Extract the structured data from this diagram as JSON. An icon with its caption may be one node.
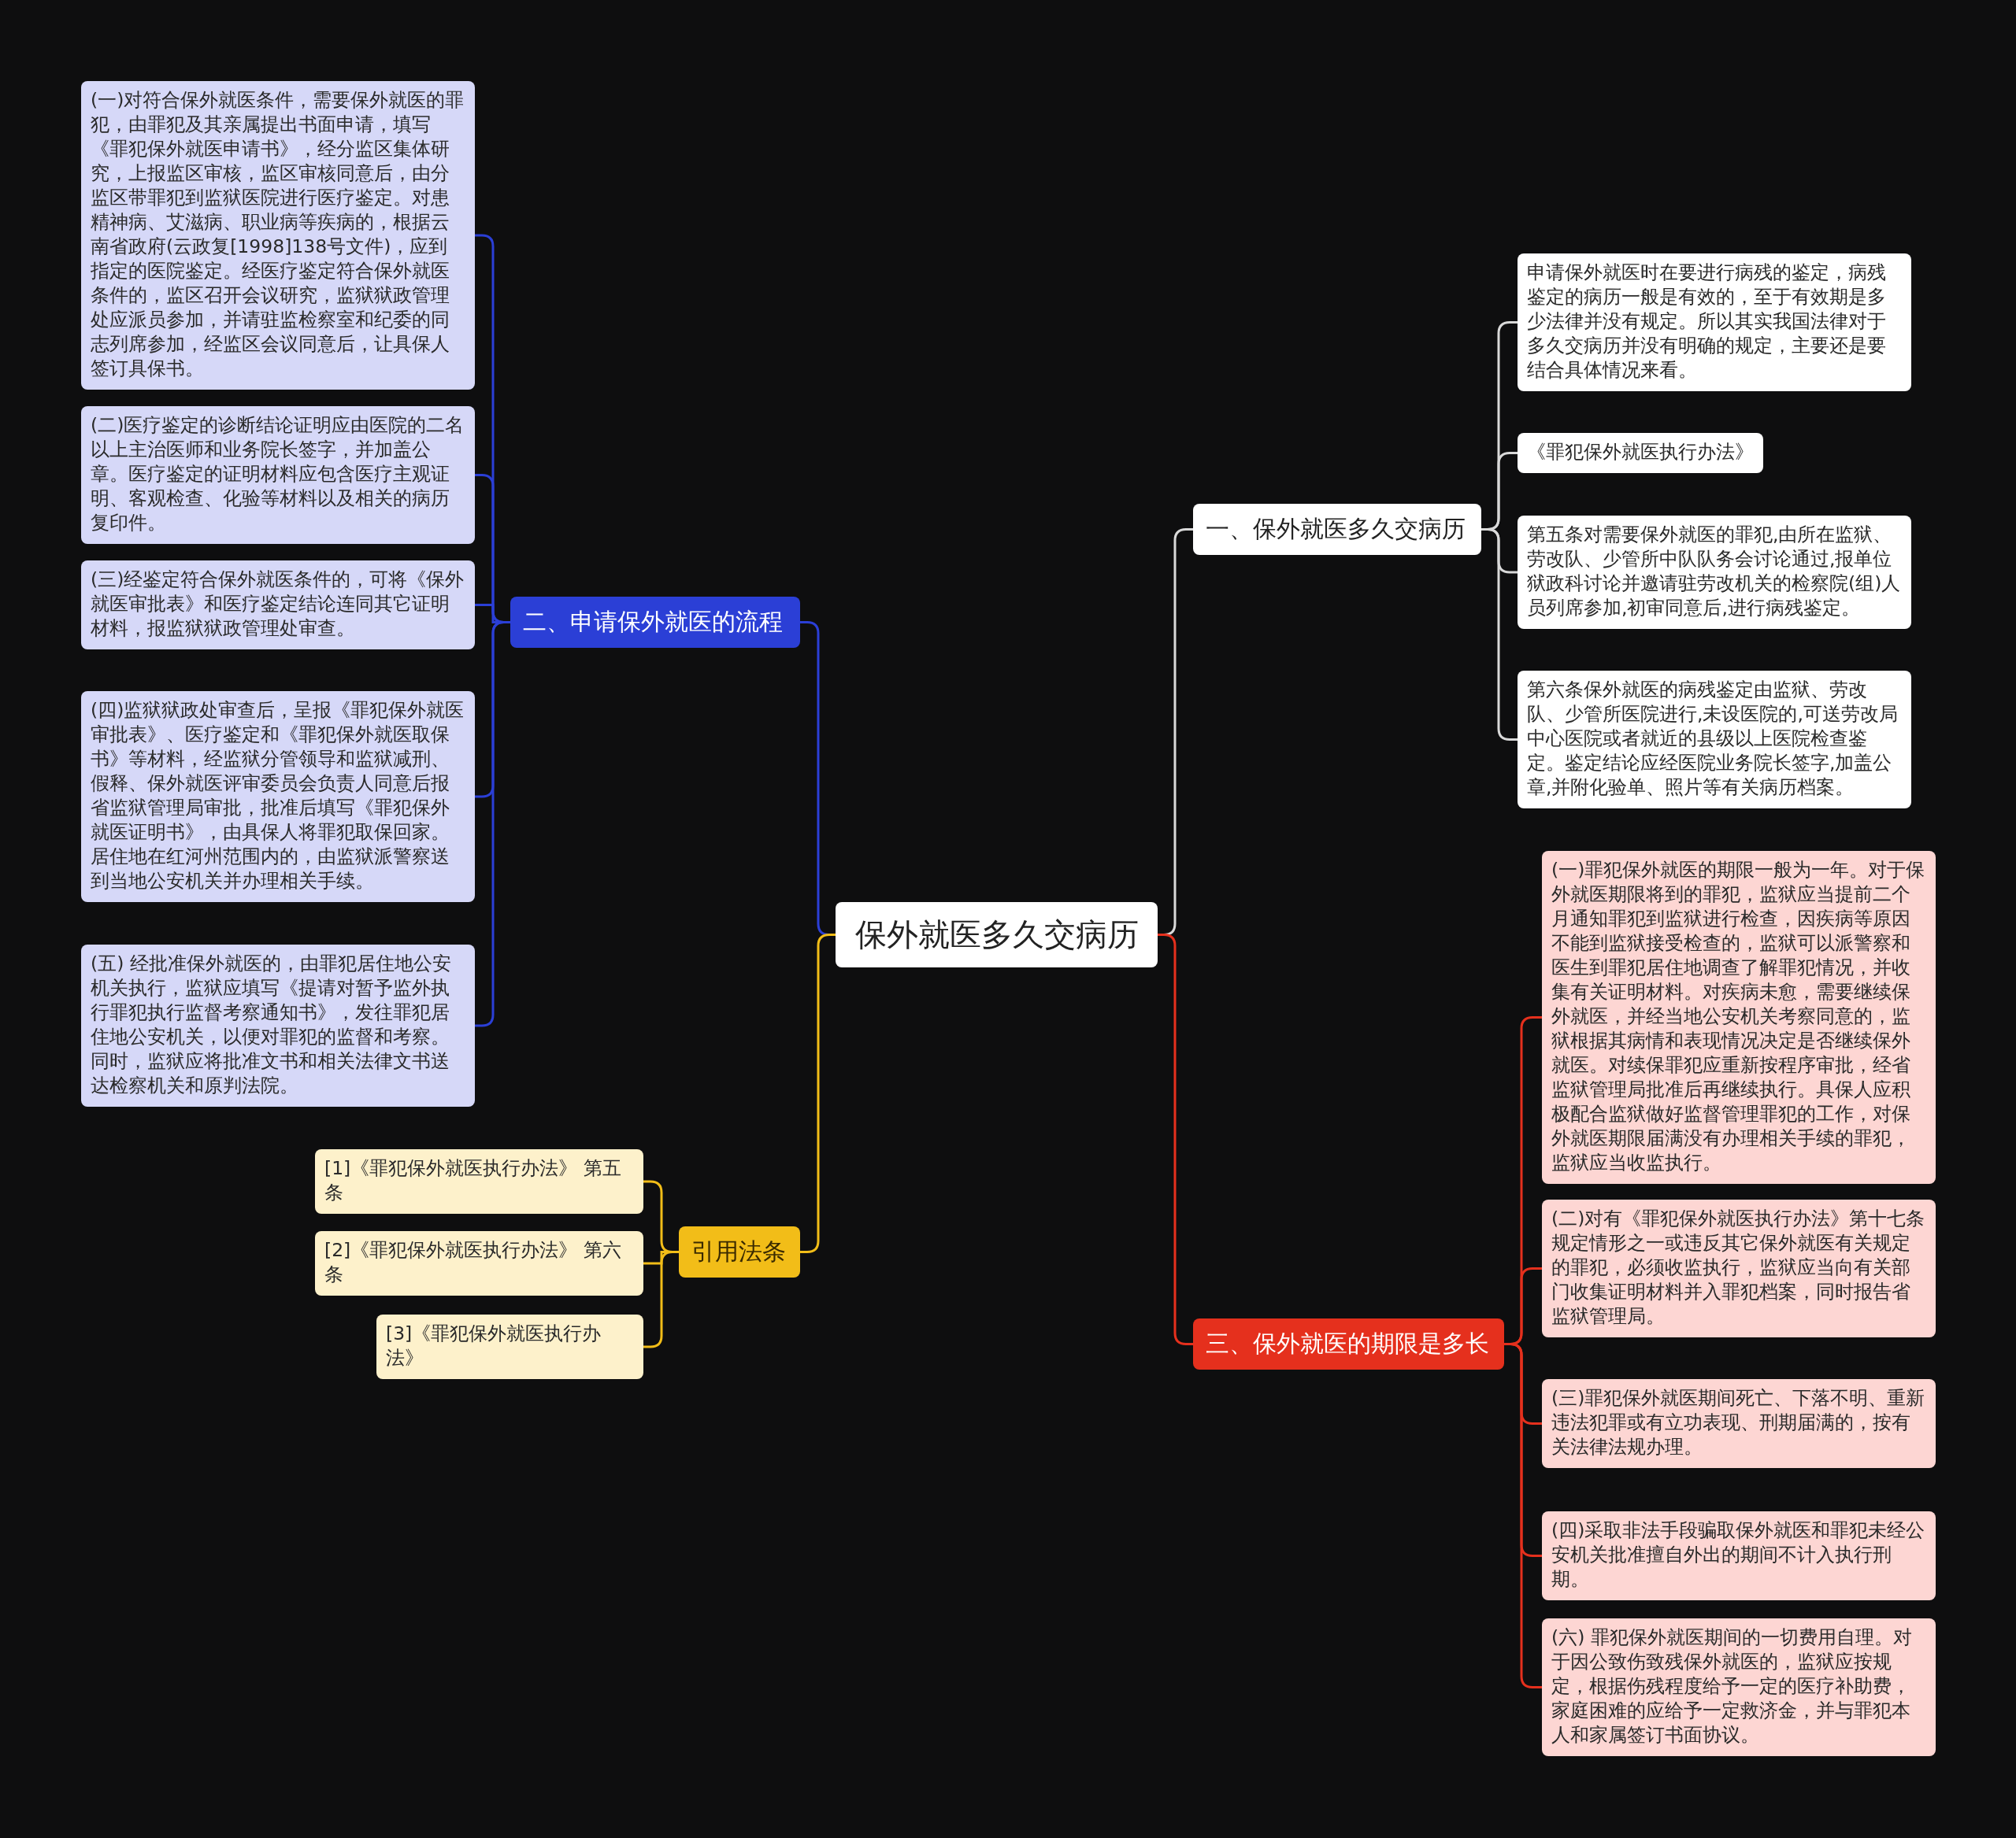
{
  "diagram": {
    "nodes": [
      {
        "text": [
          "保外就医多久交病历"
        ]
      },
      {
        "text": [
          "一、保外就医多久交病历"
        ]
      },
      {
        "text": [
          "申请保外就医时在要进行病残的鉴定，病残鉴定的病历一般是有效的，至于有效期是多少法律并没有规定。所以其实我国法律对于多久交病历并没有明确的规定，主要还是要结合具体情况来看。"
        ]
      },
      {
        "text": [
          "《罪犯保外就医执行办法》"
        ]
      },
      {
        "text": [
          "第五条对需要保外就医的罪犯,由所在监狱、劳改队、少管所中队队务会讨论通过,报单位狱政科讨论并邀请驻劳改机关的检察院(组)人员列席参加,初审同意后,进行病残鉴定。"
        ]
      },
      {
        "text": [
          "第六条保外就医的病残鉴定由监狱、劳改队、少管所医院进行,未设医院的,可送劳改局中心医院或者就近的县级以上医院检查鉴定。鉴定结论应经医院业务院长签字,加盖公章,并附化验单、照片等有关病历档案。"
        ]
      },
      {
        "text": [
          "二、申请保外就医的流程"
        ]
      },
      {
        "text": [
          "(一)对符合保外就医条件，需要保外就医的罪犯，由罪犯及其亲属提出书面申请，填写《罪犯保外就医申请书》，经分监区集体研究，上报监区审核，监区审核同意后，由分监区带罪犯到监狱医院进行医疗鉴定。对患精神病、艾滋病、职业病等疾病的，根据云南省政府(云政复[1998]138号文件)，应到指定的医院鉴定。经医疗鉴定符合保外就医条件的，监区召开会议研究，监狱狱政管理处应派员参加，并请驻监检察室和纪委的同志列席参加，经监区会议同意后，让具保人签订具保书。"
        ]
      },
      {
        "text": [
          "(二)医疗鉴定的诊断结论证明应由医院的二名以上主治医师和业务院长签字，并加盖公章。医疗鉴定的证明材料应包含医疗主观证明、客观检查、化验等材料以及相关的病历复印件。"
        ]
      },
      {
        "text": [
          "(三)经鉴定符合保外就医条件的，可将《保外就医审批表》和医疗鉴定结论连同其它证明材料，报监狱狱政管理处审查。"
        ]
      },
      {
        "text": [
          "(四)监狱狱政处审查后，呈报《罪犯保外就医审批表》、医疗鉴定和《罪犯保外就医取保书》等材料，经监狱分管领导和监狱减刑、假释、保外就医评审委员会负责人同意后报省监狱管理局审批，批准后填写《罪犯保外就医证明书》，由具保人将罪犯取保回家。居住地在红河州范围内的，由监狱派警察送到当地公安机关并办理相关手续。"
        ]
      },
      {
        "text": [
          "(五) 经批准保外就医的，由罪犯居住地公安机关执行，监狱应填写《提请对暂予监外执行罪犯执行监督考察通知书》，发往罪犯居住地公安机关，以便对罪犯的监督和考察。同时，监狱应将批准文书和相关法律文书送达检察机关和原判法院。"
        ]
      },
      {
        "text": [
          "引用法条"
        ]
      },
      {
        "text": [
          "[1]《罪犯保外就医执行办法》 第五条"
        ]
      },
      {
        "text": [
          "[2]《罪犯保外就医执行办法》 第六条"
        ]
      },
      {
        "text": [
          "[3]《罪犯保外就医执行办法》"
        ]
      },
      {
        "text": [
          "三、保外就医的期限是多长"
        ]
      },
      {
        "text": [
          "(一)罪犯保外就医的期限一般为一年。对于保外就医期限将到的罪犯，监狱应当提前二个月通知罪犯到监狱进行检查，因疾病等原因不能到监狱接受检查的，监狱可以派警察和医生到罪犯居住地调查了解罪犯情况，并收集有关证明材料。对疾病未愈，需要继续保外就医，并经当地公安机关考察同意的，监狱根据其病情和表现情况决定是否继续保外就医。对续保罪犯应重新按程序审批，经省监狱管理局批准后再继续执行。具保人应积极配合监狱做好监督管理罪犯的工作，对保外就医期限届满没有办理相关手续的罪犯，监狱应当收监执行。"
        ]
      },
      {
        "text": [
          "(二)对有《罪犯保外就医执行办法》第十七条规定情形之一或违反其它保外就医有关规定的罪犯，必须收监执行，监狱应当向有关部门收集证明材料并入罪犯档案，同时报告省监狱管理局。"
        ]
      },
      {
        "text": [
          "(三)罪犯保外就医期间死亡、下落不明、重新违法犯罪或有立功表现、刑期届满的，按有关法律法规办理。"
        ]
      },
      {
        "text": [
          "(四)采取非法手段骗取保外就医和罪犯未经公安机关批准擅自外出的期间不计入执行刑期。"
        ]
      },
      {
        "text": [
          "(六) 罪犯保外就医期间的一切费用自理。对于因公致伤致残保外就医的，监狱应按规定，根据伤残程度给予一定的医疗补助费，家庭困难的应给予一定救济金，并与罪犯本人和家属签订书面协议。"
        ]
      }
    ],
    "edges": [
      {
        "from": 0,
        "to": 1,
        "arrow": "none",
        "color": "#d9d9d9"
      },
      {
        "from": 1,
        "to": 2,
        "arrow": "none",
        "color": "#d9d9d9"
      },
      {
        "from": 1,
        "to": 3,
        "arrow": "none",
        "color": "#d9d9d9"
      },
      {
        "from": 1,
        "to": 4,
        "arrow": "none",
        "color": "#d9d9d9"
      },
      {
        "from": 1,
        "to": 5,
        "arrow": "none",
        "color": "#d9d9d9"
      },
      {
        "from": 0,
        "to": 6,
        "arrow": "none",
        "color": "#2b3fd6"
      },
      {
        "from": 6,
        "to": 7,
        "arrow": "none",
        "color": "#2b3fd6"
      },
      {
        "from": 6,
        "to": 8,
        "arrow": "none",
        "color": "#2b3fd6"
      },
      {
        "from": 6,
        "to": 9,
        "arrow": "none",
        "color": "#2b3fd6"
      },
      {
        "from": 6,
        "to": 10,
        "arrow": "none",
        "color": "#2b3fd6"
      },
      {
        "from": 6,
        "to": 11,
        "arrow": "none",
        "color": "#2b3fd6"
      },
      {
        "from": 0,
        "to": 12,
        "arrow": "none",
        "color": "#f2bd18"
      },
      {
        "from": 12,
        "to": 13,
        "arrow": "none",
        "color": "#f2bd18"
      },
      {
        "from": 12,
        "to": 14,
        "arrow": "none",
        "color": "#f2bd18"
      },
      {
        "from": 12,
        "to": 15,
        "arrow": "none",
        "color": "#f2bd18"
      },
      {
        "from": 0,
        "to": 16,
        "arrow": "none",
        "color": "#e5301d"
      },
      {
        "from": 16,
        "to": 17,
        "arrow": "none",
        "color": "#e5301d"
      },
      {
        "from": 16,
        "to": 18,
        "arrow": "none",
        "color": "#e5301d"
      },
      {
        "from": 16,
        "to": 19,
        "arrow": "none",
        "color": "#e5301d"
      },
      {
        "from": 16,
        "to": 20,
        "arrow": "none",
        "color": "#e5301d"
      },
      {
        "from": 16,
        "to": 21,
        "arrow": "none",
        "color": "#e5301d"
      }
    ]
  }
}
